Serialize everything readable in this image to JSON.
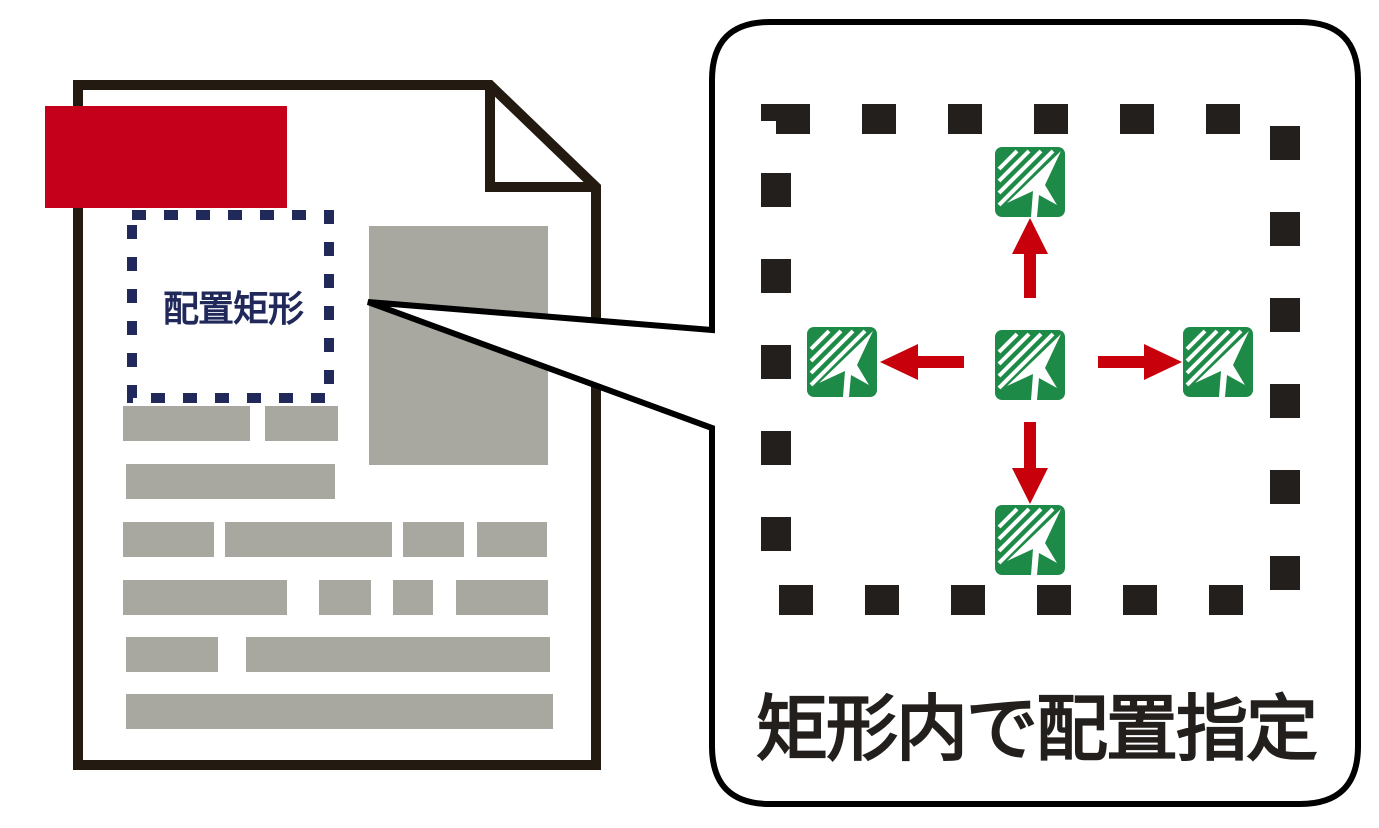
{
  "diagram": {
    "document": {
      "label": "配置矩形",
      "header_color": "#c4001a",
      "outline_color": "#231b12",
      "block_color": "#a8a7a0",
      "rect_color": "#21285a"
    },
    "callout": {
      "caption": "矩形内で配置指定",
      "border_color": "#000000",
      "dash_color": "#231f1c",
      "arrow_color": "#c7000b",
      "icon_color": "#1e8a47",
      "icons": [
        "center",
        "top",
        "left",
        "right",
        "bottom"
      ],
      "arrows": [
        "up",
        "left",
        "right",
        "down"
      ]
    }
  }
}
